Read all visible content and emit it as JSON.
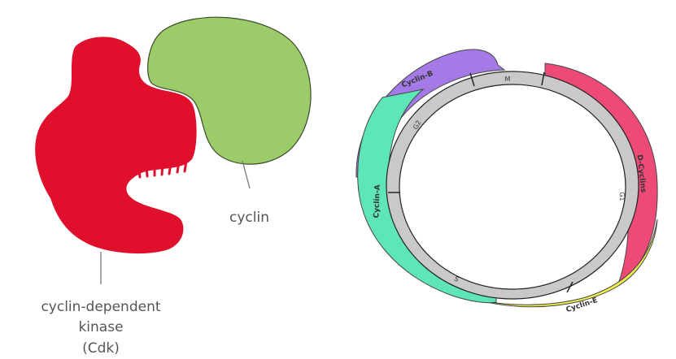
{
  "left_figure": {
    "cyclin_label": "cyclin",
    "cdk_label_line1": "cyclin-dependent",
    "cdk_label_line2": "kinase",
    "cdk_label_line3": "(Cdk)",
    "colors": {
      "cdk": "#e0102d",
      "cyclin": "#9ccc6a"
    }
  },
  "right_figure": {
    "phases": {
      "m": "M",
      "g2": "G2",
      "g1": "G1",
      "s": "S"
    },
    "cyclins": {
      "b": "Cyclin-B",
      "a": "Cyclin-A",
      "d": "D-Cyclins",
      "e": "Cyclin-E"
    },
    "colors": {
      "cyclin_b": "#a47be6",
      "cyclin_a": "#5fe6b8",
      "d_cyclins": "#ee4a78",
      "cyclin_e": "#f2f04a",
      "ring": "#c9c9c9"
    }
  }
}
